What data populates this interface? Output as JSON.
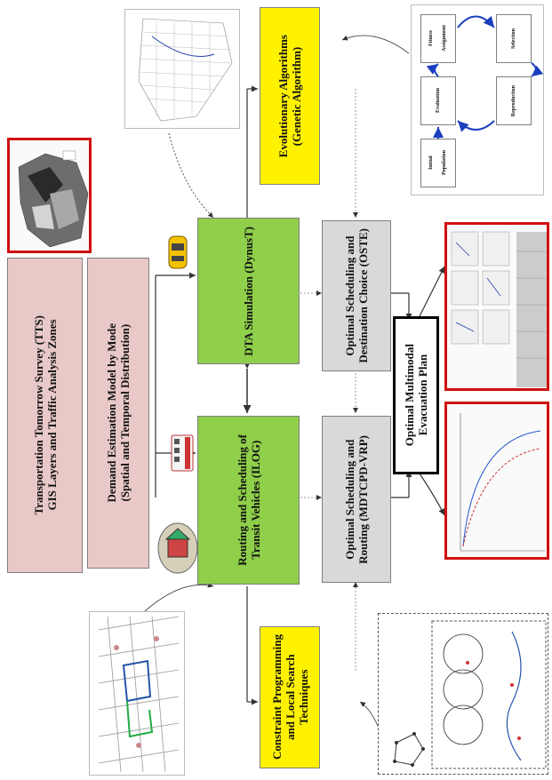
{
  "boxes": {
    "tts": "Transportation Tomorrow Survey (TTS)\nGIS Layers and Traffic Analysis Zones",
    "demand": "Demand Estimation Model by Mode\n(Spatial and Temporal Distribution)",
    "routing": "Routing and Scheduling of\nTransit Vehicles (ILOG)",
    "dta": "DTA Simulation (DynusT)",
    "ea": "Evolutionary Algorithms\n(Genetic Algorithm)",
    "osr": "Optimal Scheduling and\nRouting (MDTCPD-VRP)",
    "oste": "Optimal Scheduling and\nDestination Choice (OSTE)",
    "plan": "Optimal Multimodal\nEvacuation Plan",
    "cp": "Constraint Programming\nand Local Search Techniques"
  },
  "ga_cycle": {
    "initial": "Initial\nPopulation",
    "evaluation": "Evaluation",
    "fitness": "Fitness\nAssignment",
    "selection": "Selection",
    "reproduction": "Reproduction"
  },
  "colors": {
    "pink": "#e8c9c7",
    "green": "#8fcf4a",
    "gray": "#d9d9d9",
    "yellow": "#fff200",
    "red_frame": "#d01010",
    "cycle_arrow": "#1a3fbf"
  }
}
